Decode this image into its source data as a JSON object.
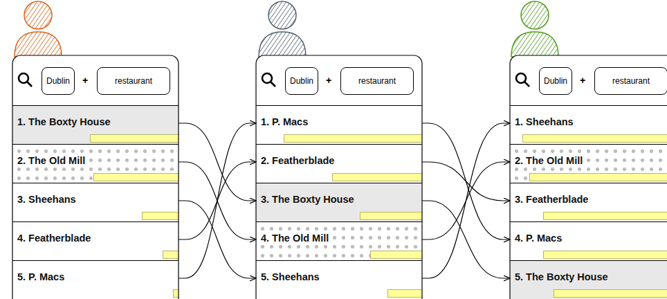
{
  "diagram": {
    "nodes": [
      {
        "text": [
          "Dublin"
        ]
      },
      {
        "text": [
          "restaurant"
        ]
      },
      {
        "text": [
          "1. The Boxty House"
        ]
      },
      {
        "text": [
          "2. The Old Mill"
        ]
      },
      {
        "text": [
          "3. Sheehans"
        ]
      },
      {
        "text": [
          "4. Featherblade"
        ]
      },
      {
        "text": [
          "5. P. Macs"
        ]
      },
      {
        "text": [
          "Dublin"
        ]
      },
      {
        "text": [
          "restaurant"
        ]
      },
      {
        "text": [
          "1. P. Macs"
        ]
      },
      {
        "text": [
          "2. Featherblade"
        ]
      },
      {
        "text": [
          "3. The Boxty House"
        ]
      },
      {
        "text": [
          "4. The Old Mill"
        ]
      },
      {
        "text": [
          "5. Sheehans"
        ]
      },
      {
        "text": [
          "Dublin"
        ]
      },
      {
        "text": [
          "restaurant"
        ]
      },
      {
        "text": [
          "1. Sheehans"
        ]
      },
      {
        "text": [
          "2. The Old Mill"
        ]
      },
      {
        "text": [
          "3. Featherblade"
        ]
      },
      {
        "text": [
          "4. P. Macs"
        ]
      },
      {
        "text": [
          "5. The Boxty House"
        ]
      }
    ],
    "edges": [
      {
        "from": 2,
        "to": 11,
        "arrow": "to"
      },
      {
        "from": 3,
        "to": 12,
        "arrow": "to"
      },
      {
        "from": 4,
        "to": 13,
        "arrow": "to"
      },
      {
        "from": 5,
        "to": 10,
        "arrow": "to"
      },
      {
        "from": 6,
        "to": 9,
        "arrow": "to"
      },
      {
        "from": 9,
        "to": 19,
        "arrow": "to"
      },
      {
        "from": 10,
        "to": 18,
        "arrow": "to"
      },
      {
        "from": 11,
        "to": 20,
        "arrow": "to"
      },
      {
        "from": 12,
        "to": 17,
        "arrow": "to"
      },
      {
        "from": 13,
        "to": 16,
        "arrow": "to"
      }
    ],
    "labels": [
      "+",
      "+",
      "+"
    ]
  }
}
